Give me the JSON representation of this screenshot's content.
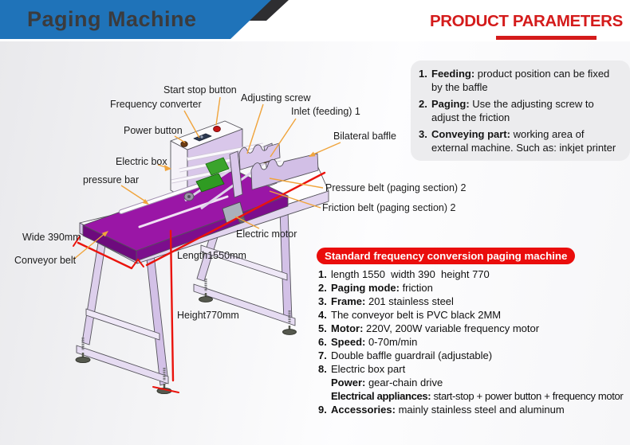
{
  "header": {
    "title": "Paging Machine",
    "section_title": "PRODUCT PARAMETERS"
  },
  "features": {
    "items": [
      {
        "num": "1.",
        "bold": "Feeding:",
        "rest": " product position can be fixed by the baffle"
      },
      {
        "num": "2.",
        "bold": "Paging:",
        "rest": " Use the adjusting screw to adjust the friction"
      },
      {
        "num": "3.",
        "bold": "Conveying part:",
        "rest": " working area of external machine. Such as: inkjet printer"
      }
    ]
  },
  "specs": {
    "banner": "Standard frequency conversion paging machine",
    "rows": [
      {
        "num": "1.",
        "bold": "",
        "rest": "length 1550  width 390  height 770"
      },
      {
        "num": "2.",
        "bold": "Paging mode:",
        "rest": " friction"
      },
      {
        "num": "3.",
        "bold": "Frame:",
        "rest": " 201 stainless steel"
      },
      {
        "num": "4.",
        "bold": "",
        "rest": "The conveyor belt is PVC black 2MM"
      },
      {
        "num": "5.",
        "bold": "Motor:",
        "rest": " 220V, 200W variable frequency motor"
      },
      {
        "num": "6.",
        "bold": "Speed:",
        "rest": " 0-70m/min"
      },
      {
        "num": "7.",
        "bold": "",
        "rest": "Double baffle guardrail (adjustable)"
      },
      {
        "num": "8.",
        "bold": "",
        "rest": "Electric box part"
      },
      {
        "num": "",
        "bold": "Power:",
        "rest": " gear-chain drive"
      },
      {
        "num": "",
        "bold": "Electrical appliances:",
        "rest": " start-stop + power button + frequency motor"
      },
      {
        "num": "9.",
        "bold": "Accessories:",
        "rest": " mainly stainless steel and aluminum"
      }
    ]
  },
  "diagram": {
    "labels": [
      {
        "id": "start-stop-button",
        "text": "Start stop button"
      },
      {
        "id": "frequency-converter",
        "text": "Frequency converter"
      },
      {
        "id": "adjusting-screw",
        "text": "Adjusting screw"
      },
      {
        "id": "inlet-feeding",
        "text": "Inlet (feeding) 1"
      },
      {
        "id": "power-button",
        "text": "Power button"
      },
      {
        "id": "bilateral-baffle",
        "text": "Bilateral baffle"
      },
      {
        "id": "electric-box",
        "text": "Electric box"
      },
      {
        "id": "pressure-bar",
        "text": "pressure bar"
      },
      {
        "id": "pressure-belt",
        "text": "Pressure belt (paging section) 2"
      },
      {
        "id": "friction-belt",
        "text": "Friction belt (paging section) 2"
      },
      {
        "id": "electric-motor",
        "text": "Electric motor"
      },
      {
        "id": "wide-dimension",
        "text": "Wide 390mm"
      },
      {
        "id": "length-dimension",
        "text": "Length1550mm"
      },
      {
        "id": "conveyor-belt",
        "text": "Conveyor belt"
      },
      {
        "id": "height-dimension",
        "text": "Height770mm"
      }
    ]
  },
  "colors": {
    "banner_blue": "#1f73b9",
    "banner_dark": "#2e2e31",
    "title_red": "#d41b1b",
    "pill_red": "#ea0d0c",
    "belt_purple": "#9a16a6",
    "belt_green": "#3aa42c",
    "machine_lavender": "#d9c7ea",
    "leader_orange": "#f0a43c",
    "dimension_red": "#ea130c",
    "panel_gray": "#ececee"
  }
}
